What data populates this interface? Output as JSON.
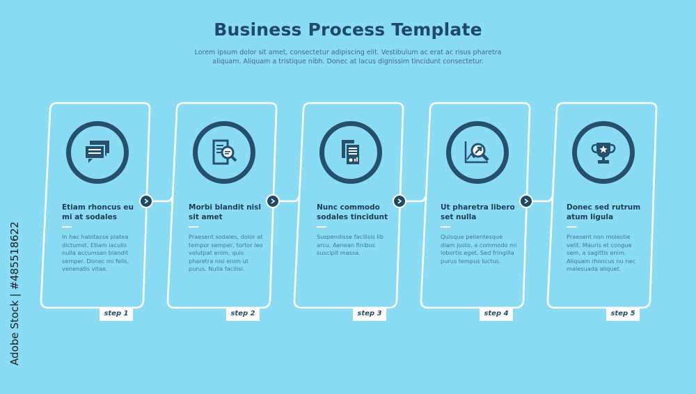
{
  "title": "Business Process Template",
  "subtitle": "Lorem ipsum dolor sit amet, consectetur adipiscing elit. Vestibulum ac erat ac risus pharetra aliquam. Aliquam a tristique nibh. Donec at lacus dignissim tincidunt consectetur.",
  "side_id": "Adobe Stock | #485518622",
  "colors": {
    "background": "#8adcf5",
    "dark": "#1e4a66",
    "outline": "#ffffff"
  },
  "steps": [
    {
      "icon": "chat-bubbles-icon",
      "heading": "Etiam rhoncus eu mi at sodales",
      "body": "In hac habitasse platea dictumst. Etiam iaculis nulla accumsan blandit semper. Donec mi felis, venenatis vitae.",
      "label": "step 1"
    },
    {
      "icon": "document-search-icon",
      "heading": "Morbi blandit nisl sit amet",
      "body": "Praesent sodales, dolor at tempor semper, tortor leo volutpat enim, quis pharetra nisi enim ut purus. Nulla facilisi.",
      "label": "step 2"
    },
    {
      "icon": "documents-chart-icon",
      "heading": "Nunc commodo sodales tincidunt",
      "body": "Suspendisse facilisis lib arcu. Aenean finibus suscipit massa.",
      "label": "step 3"
    },
    {
      "icon": "growth-analysis-icon",
      "heading": "Ut pharetra libero set nulla",
      "body": "Quisque pellentesque diam justo, a commodo mi lobortis eget. Sed fringilla purus tempus luctus.",
      "label": "step 4"
    },
    {
      "icon": "trophy-icon",
      "heading": "Donec sed rutrum atum ligula",
      "body": "Praesent non molestie velit. Mauris et congue sem, a sagittis enim. Aliquam rhoncus nu nec malesuada aliquet.",
      "label": "step 5"
    }
  ]
}
